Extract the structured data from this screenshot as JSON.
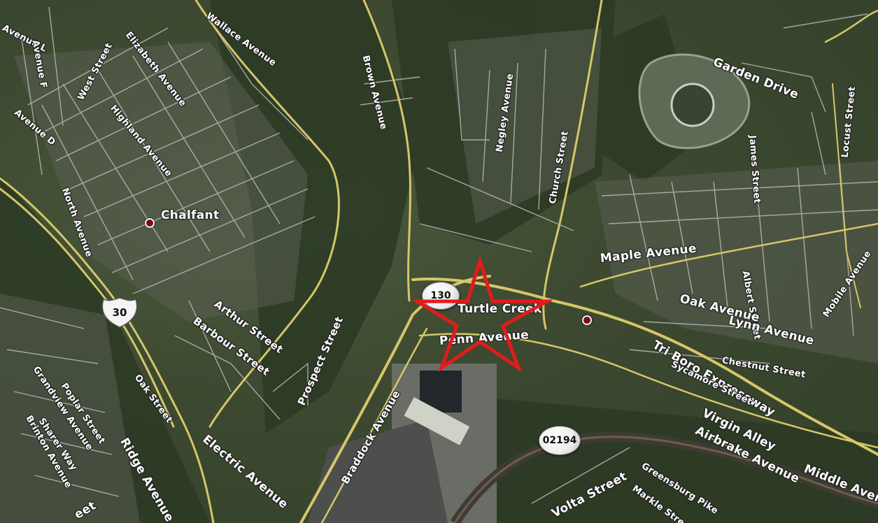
{
  "places": {
    "chalfant": "Chalfant",
    "turtle_creek": "Turtle Creek"
  },
  "streets": {
    "avenue_l": "Avenue L",
    "avenue_f": "Avenue F",
    "avenue_d": "Avenue D",
    "west_street": "West Street",
    "elizabeth_avenue": "Elizabeth Avenue",
    "wallace_avenue": "Wallace Avenue",
    "highland_avenue": "Highland Avenue",
    "north_avenue": "North Avenue",
    "brown_avenue": "Brown Avenue",
    "negley_avenue": "Negley Avenue",
    "church_street": "Church Street",
    "garden_drive": "Garden Drive",
    "james_street": "James Street",
    "locust_street": "Locust Street",
    "maple_avenue": "Maple Avenue",
    "albert_street": "Albert Street",
    "mobile_avenue": "Mobile Avenue",
    "oak_avenue": "Oak Avenue",
    "lynn_avenue": "Lynn Avenue",
    "penn_avenue": "Penn Avenue",
    "arthur_street": "Arthur Street",
    "barbour_street": "Barbour Street",
    "prospect_street": "Prospect Street",
    "tri_boro_expressway": "Tri Boro Expressway",
    "chestnut_street": "Chestnut Street",
    "sycamore_street": "Sycamore Street",
    "virgin_alley": "Virgin Alley",
    "airbrake_avenue": "Airbrake Avenue",
    "middle_avenue": "Middle Avenue",
    "oak_street": "Oak Street",
    "poplar_street": "Poplar Street",
    "grandview_avenue": "Grandview Avenue",
    "sharer_way": "Sharer Way",
    "brinton_avenue": "Brinton Avenue",
    "ridge_avenue": "Ridge Avenue",
    "electric_avenue": "Electric Avenue",
    "braddock_avenue": "Braddock Avenue",
    "volta_street": "Volta Street",
    "greensburg_pike": "Greensburg Pike",
    "markle_street": "Markle Street",
    "street_partial": "eet"
  },
  "route_shields": {
    "us_30": "30",
    "pa_130": "130",
    "zip_02194": "02194"
  },
  "marker": {
    "icon": "star-outline-icon",
    "color": "#e31b1b"
  },
  "colors": {
    "major_road": "#d6c66a",
    "minor_road": "#b9b9b9",
    "label_text": "#ffffff",
    "poi_dot": "#7a0c12"
  }
}
